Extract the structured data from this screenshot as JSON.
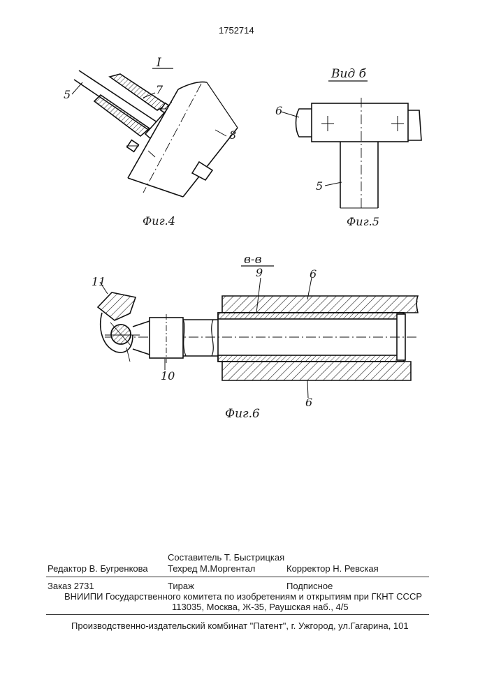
{
  "patent_number": "1752714",
  "figures": {
    "fig4": {
      "caption": "Фиг.4",
      "section_mark": "I",
      "labels": [
        "5",
        "7",
        "8"
      ]
    },
    "fig5": {
      "caption": "Фиг.5",
      "view_title": "Вид б",
      "labels": [
        "6",
        "5"
      ]
    },
    "fig6": {
      "caption": "Фиг.6",
      "section_title": "в-в",
      "labels": [
        "11",
        "9",
        "6",
        "10",
        "6"
      ]
    }
  },
  "imprint": {
    "compiler": "Составитель  Т. Быстрицкая",
    "editor": "Редактор  В. Бугренкова",
    "tech_editor": "Техред М.Моргентал",
    "proofreader": "Корректор   Н. Ревская",
    "order": "Заказ  2731",
    "circulation": "Тираж",
    "subscription": "Подписное",
    "organization": "ВНИИПИ Государственного комитета по изобретениям и открытиям при ГКНТ СССР",
    "address": "113035, Москва, Ж-35, Раушская наб., 4/5",
    "publisher": "Производственно-издательский комбинат \"Патент\", г. Ужгород, ул.Гагарина, 101"
  }
}
